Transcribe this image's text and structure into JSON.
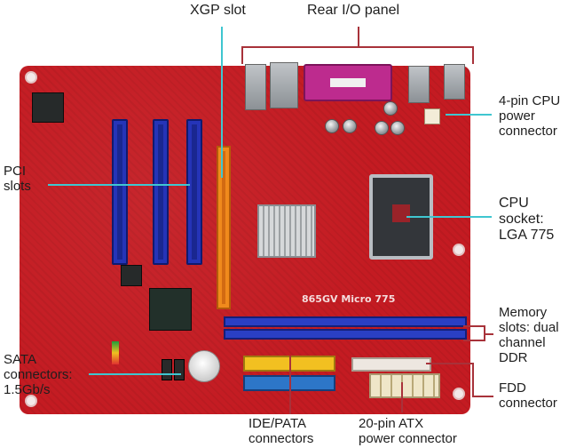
{
  "diagram": {
    "subject": "Motherboard component layout",
    "board_silkscreen": "865GV Micro 775",
    "labels": {
      "xgp_slot": "XGP slot",
      "rear_io": "Rear I/O panel",
      "cpu_power": [
        "4-pin CPU",
        "power",
        "connector"
      ],
      "cpu_socket": [
        "CPU",
        "socket:",
        "LGA 775"
      ],
      "memory": [
        "Memory",
        "slots: dual",
        "channel",
        "DDR"
      ],
      "fdd": [
        "FDD",
        "connector"
      ],
      "atx_power": [
        "20-pin ATX",
        "power connector"
      ],
      "ide": [
        "IDE/PATA",
        "connectors"
      ],
      "sata": [
        "SATA",
        "connectors:",
        "1.5Gb/s"
      ],
      "pci": [
        "PCI",
        "slots"
      ]
    },
    "colors": {
      "board": "#c41b22",
      "leader_cyan": "#3fc6d0",
      "leader_red": "#a8323a",
      "pci_slot": "#2534b8",
      "agp_slot": "#f08a1c",
      "dimm_slot": "#2a3fc4",
      "parallel_port": "#bd2b8e",
      "ide_primary": "#f2c021",
      "ide_secondary": "#2d76c8"
    }
  }
}
